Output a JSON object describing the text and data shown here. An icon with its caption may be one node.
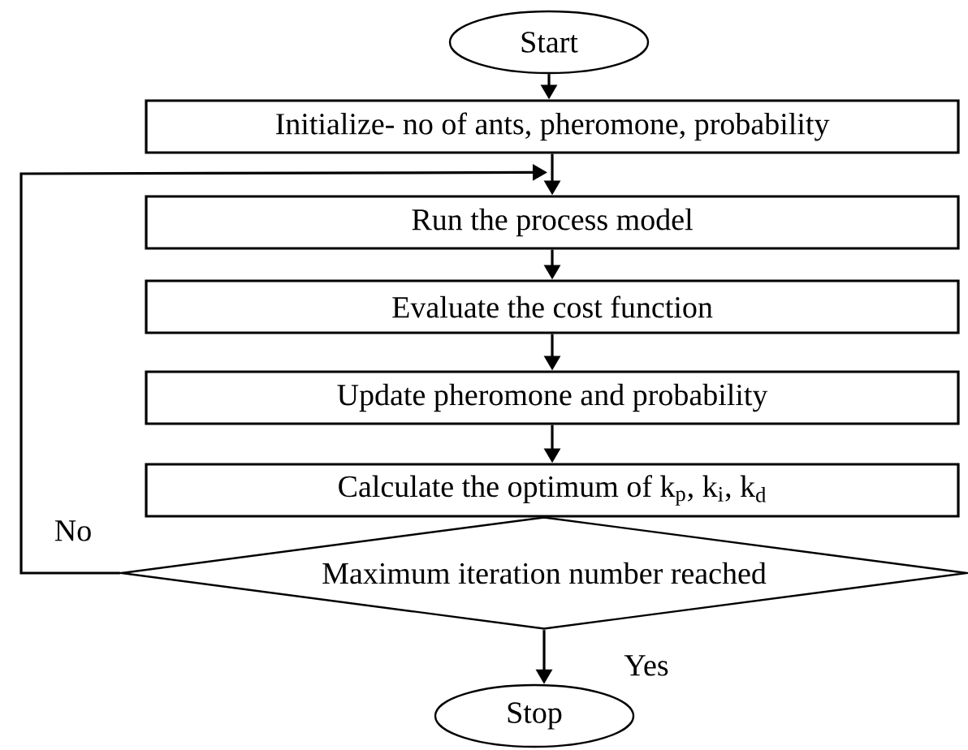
{
  "diagram": {
    "nodes": [
      {
        "text": [
          "Start"
        ]
      },
      {
        "text": [
          "Initialize- no of ants, pheromone, probability"
        ]
      },
      {
        "text": [
          "Run the process model"
        ]
      },
      {
        "text": [
          "Evaluate the cost function"
        ]
      },
      {
        "text": [
          "Update pheromone and probability"
        ]
      },
      {
        "text": [
          "Calculate the optimum of k$_{p}$, k$_{i}$, k$_{d}$"
        ]
      },
      {
        "text": [
          "Maximum iteration number reached"
        ]
      },
      {
        "text": [
          "Stop"
        ]
      }
    ],
    "edges": [
      {
        "from": 0,
        "to": 1,
        "arrow": "to"
      },
      {
        "from": 1,
        "to": 2,
        "arrow": "to"
      },
      {
        "from": 2,
        "to": 3,
        "arrow": "to"
      },
      {
        "from": 3,
        "to": 4,
        "arrow": "to"
      },
      {
        "from": 4,
        "to": 5,
        "arrow": "to"
      },
      {
        "from": 6,
        "to": 2,
        "arrow": "to",
        "label": "No"
      },
      {
        "from": 6,
        "to": 7,
        "arrow": "to",
        "label": "Yes"
      }
    ]
  }
}
